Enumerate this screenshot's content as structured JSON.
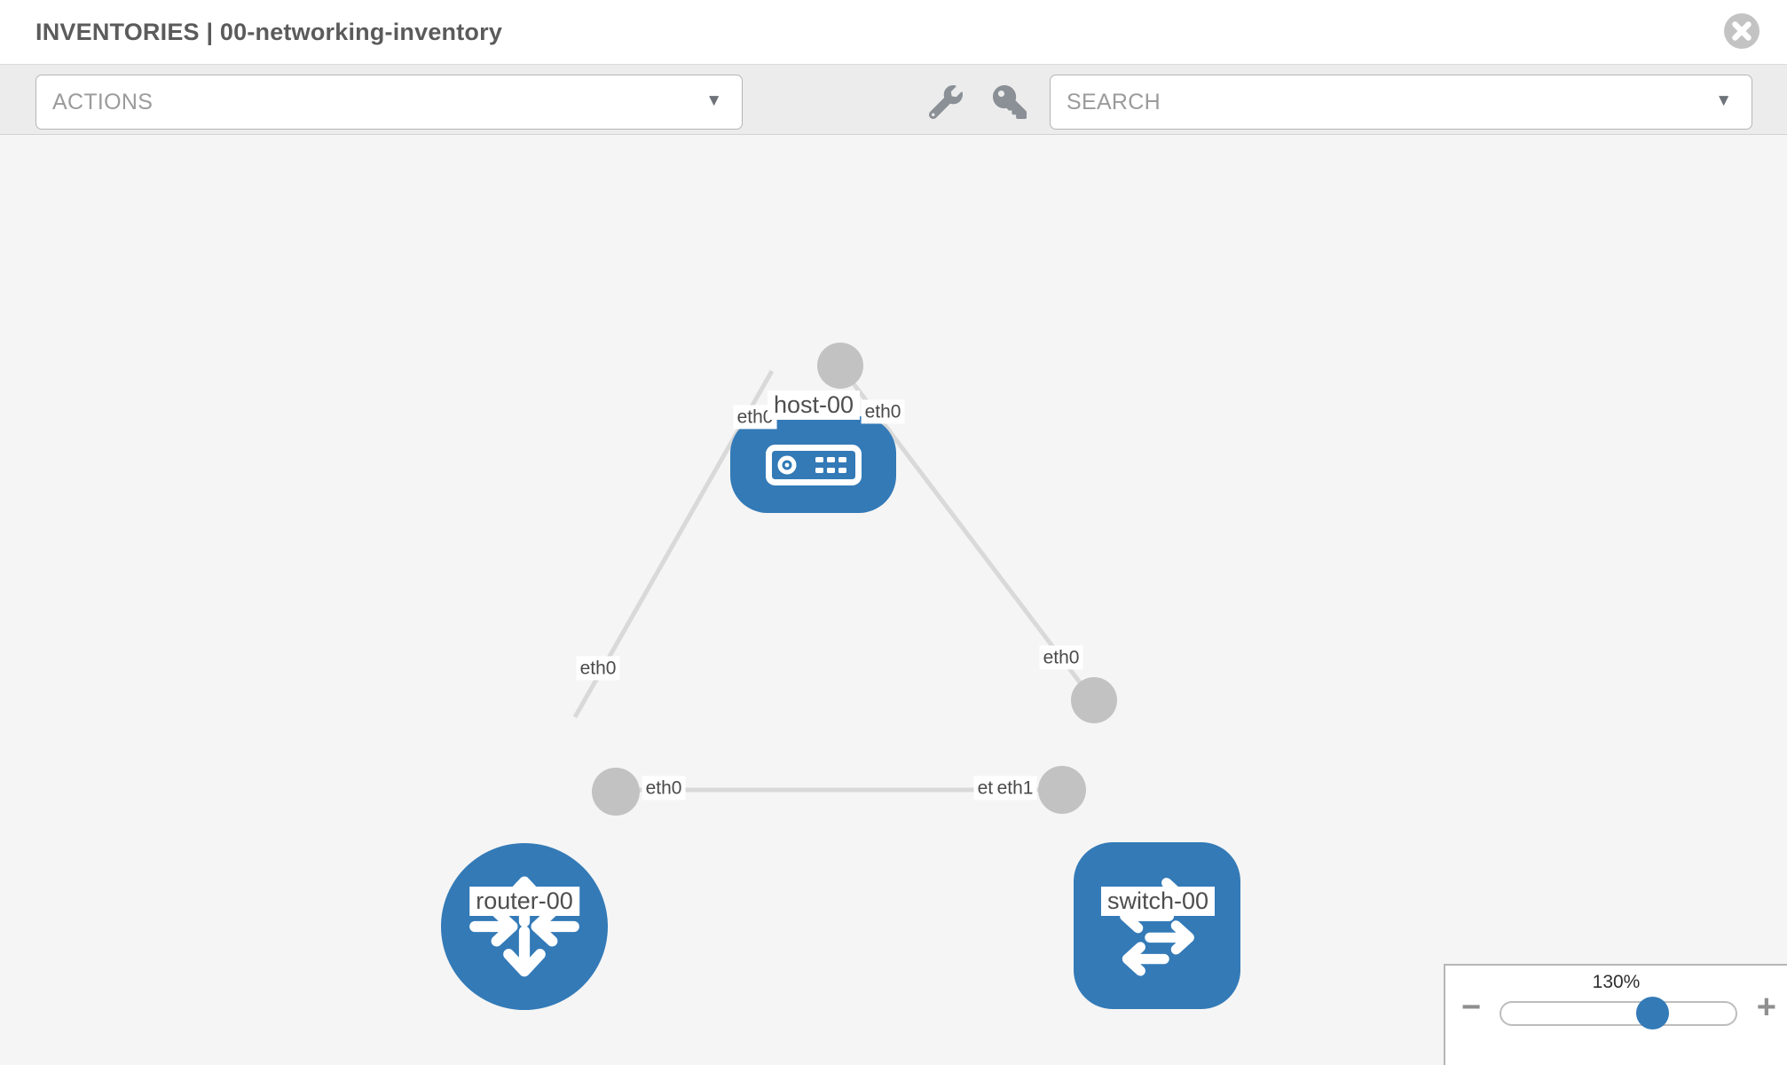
{
  "header": {
    "title": "INVENTORIES | 00-networking-inventory"
  },
  "toolbar": {
    "actions_placeholder": "ACTIONS",
    "search_placeholder": "SEARCH",
    "caret": "▼"
  },
  "topology": {
    "nodes": [
      {
        "label": "host-00",
        "type": "host"
      },
      {
        "label": "router-00",
        "type": "router"
      },
      {
        "label": "switch-00",
        "type": "switch"
      }
    ],
    "links": [
      {
        "from": "host-00",
        "to": "router-00",
        "from_interface": "eth0",
        "to_interface": "eth0"
      },
      {
        "from": "host-00",
        "to": "switch-00",
        "from_interface": "eth0",
        "to_interface": "eth0"
      },
      {
        "from": "router-00",
        "to": "switch-00",
        "from_interface": "eth0",
        "to_interface": "eth1"
      }
    ],
    "overlap_hidden_label": "eth0"
  },
  "zoom_control": {
    "percent": "130%",
    "minus": "−",
    "plus": "+",
    "value": 130
  },
  "colors": {
    "node_blue": "#337ab7",
    "link_gray": "#d9d9d9",
    "endpoint_gray": "#c2c2c2",
    "canvas_bg": "#f5f5f5"
  }
}
